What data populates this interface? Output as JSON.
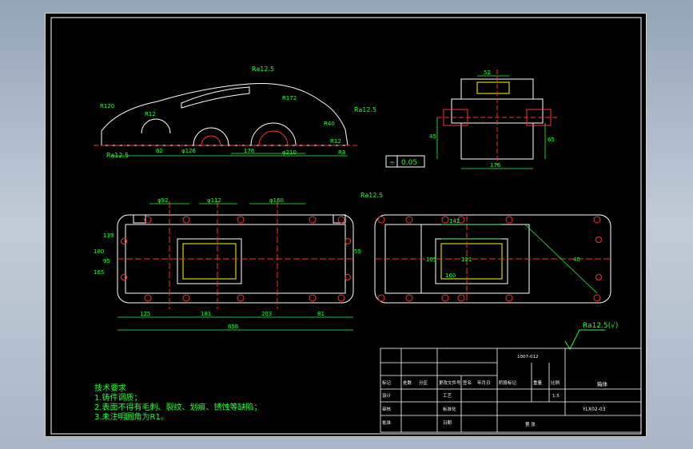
{
  "drawing": {
    "top_view": {
      "roughness": "Ra12.5",
      "dims": [
        "φ92",
        "φ112",
        "φ160",
        "125",
        "181",
        "203",
        "81",
        "656",
        "180",
        "95",
        "165",
        "139",
        "55"
      ]
    },
    "side_view": {
      "roughness": [
        "Ra12.5",
        "Ra12.5",
        "Ra12.5"
      ],
      "dims": [
        "R120",
        "R12",
        "R172",
        "R40",
        "62",
        "φ126",
        "176",
        "φ210",
        "R12",
        "R3"
      ]
    },
    "end_view": {
      "dims": [
        "52",
        "45",
        "65",
        "176"
      ],
      "tolerance_symbol": "⌯",
      "tolerance_value": "0.05"
    },
    "right_view": {
      "dims": [
        "142",
        "105",
        "121",
        "160",
        "40"
      ]
    },
    "general_roughness": "Ra12.5(√)",
    "technical_requirements": {
      "title": "技术要求",
      "items": [
        "1.铸件调质；",
        "2.表面不得有毛刺、裂纹、划痕、锈蚀等缺陷；",
        "3.未注明圆角为R1。"
      ]
    },
    "title_block": {
      "header_cell": "1007-012",
      "cells_row1": [
        "标记",
        "处数",
        "分区",
        "更改文件号",
        "签名",
        "年月日"
      ],
      "cells_left": [
        "设计",
        "审核",
        "工艺",
        "批准",
        "标准化",
        "日期"
      ],
      "stage_labels": [
        "阶段标记",
        "重量",
        "比例"
      ],
      "scale": "1:5",
      "name": "箱体",
      "code": "YLX02-03",
      "bottom": "第 张"
    }
  }
}
